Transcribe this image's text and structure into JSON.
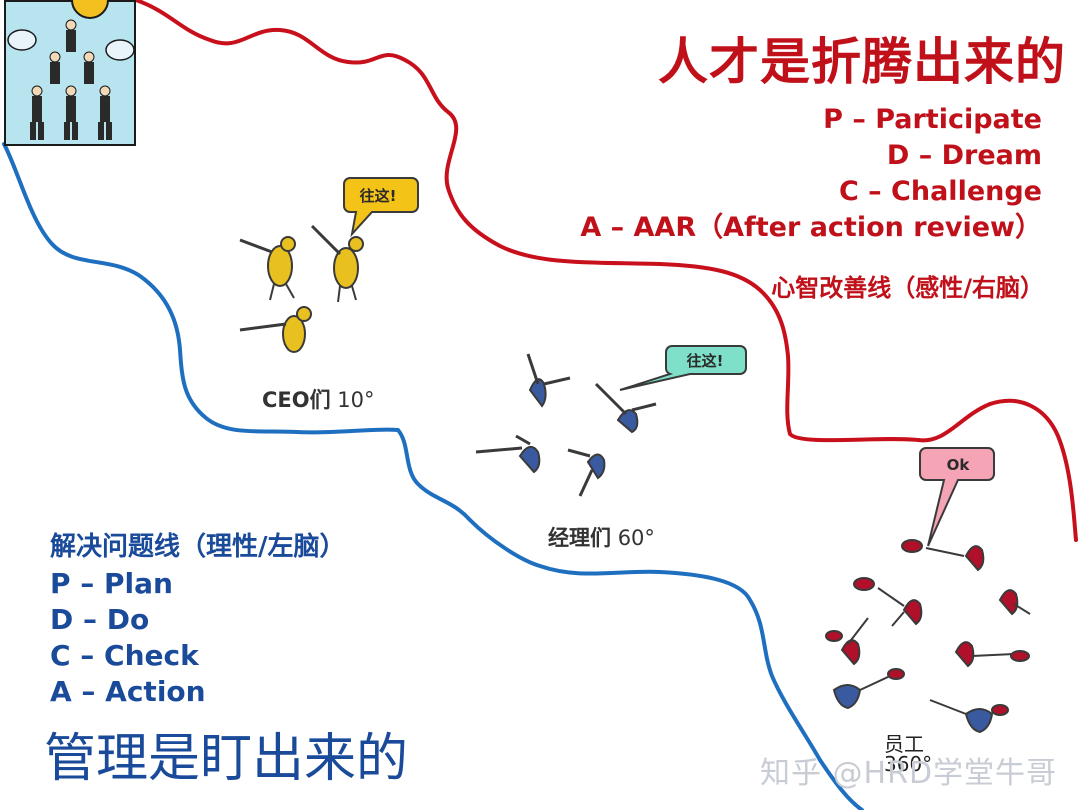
{
  "title": "人才是折腾出来的",
  "pdca_right": {
    "items": [
      "P – Participate",
      "D – Dream",
      "C – Challenge",
      "A – AAR（After action review）"
    ]
  },
  "mind_line": "心智改善线（感性/右脑）",
  "solve_line": "解决问题线（理性/左脑）",
  "pdca_left": {
    "items": [
      "P – Plan",
      "D – Do",
      "C – Check",
      "A – Action"
    ]
  },
  "management": "管理是盯出来的",
  "groups": {
    "ceo": {
      "name": "CEO们",
      "degree": "10°"
    },
    "manager": {
      "name": "经理们",
      "degree": "60°"
    },
    "employee": {
      "name": "员工",
      "degree": "360°"
    }
  },
  "bubbles": {
    "ceo": "往这!",
    "manager": "往这!",
    "employee": "Ok"
  },
  "watermark": "知乎 @HRD学堂牛哥",
  "colors": {
    "red_line": "#c8101c",
    "blue_line": "#1e6fc0",
    "title_red": "#c0101a",
    "left_blue": "#1a4a9a",
    "ceo_figure": "#e8c020",
    "manager_figure": "#3a5aa0",
    "employee_figure": "#b0102a",
    "bubble_yellow": "#f3c318",
    "bubble_teal": "#7ee0c8",
    "bubble_pink": "#f4a4b4"
  }
}
